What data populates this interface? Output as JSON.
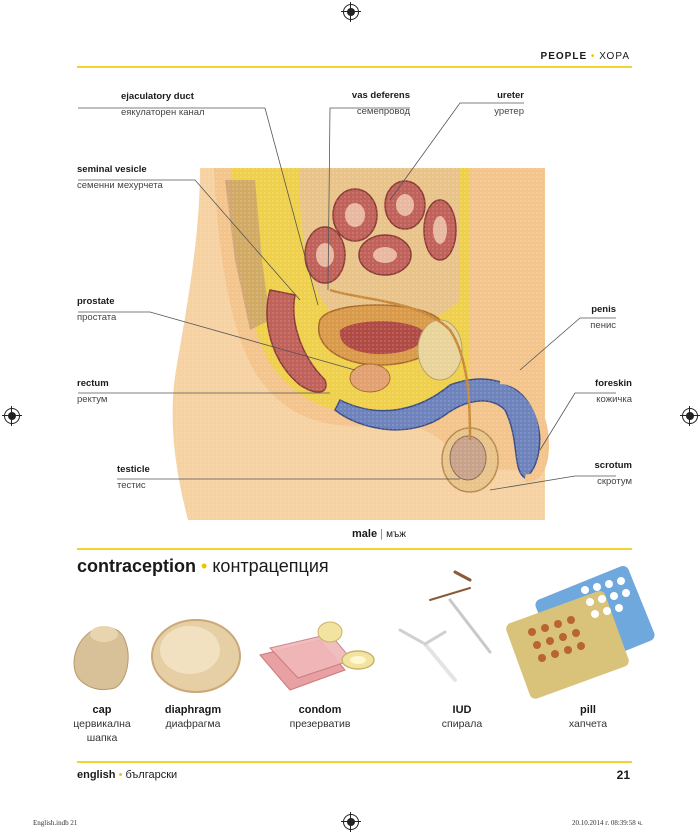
{
  "header": {
    "section_en": "PEOPLE",
    "sep": "•",
    "section_bg": "ХОРА"
  },
  "anatomy": {
    "labels": [
      {
        "id": "ejaculatory-duct",
        "en": "ejaculatory duct",
        "bg": "еякулаторен канал"
      },
      {
        "id": "vas-deferens",
        "en": "vas deferens",
        "bg": "семепровод"
      },
      {
        "id": "ureter",
        "en": "ureter",
        "bg": "уретер"
      },
      {
        "id": "seminal-vesicle",
        "en": "seminal vesicle",
        "bg": "семенни мехурчета"
      },
      {
        "id": "prostate",
        "en": "prostate",
        "bg": "простата"
      },
      {
        "id": "penis",
        "en": "penis",
        "bg": "пенис"
      },
      {
        "id": "rectum",
        "en": "rectum",
        "bg": "ректум"
      },
      {
        "id": "foreskin",
        "en": "foreskin",
        "bg": "кожичка"
      },
      {
        "id": "testicle",
        "en": "testicle",
        "bg": "тестис"
      },
      {
        "id": "scrotum",
        "en": "scrotum",
        "bg": "скротум"
      }
    ],
    "caption_en": "male",
    "caption_sep": "|",
    "caption_bg": "мъж"
  },
  "contraception": {
    "title_en": "contraception",
    "title_sep": "•",
    "title_bg": "контрацепция",
    "items": [
      {
        "en": "cap",
        "bg": "цервикална шапка"
      },
      {
        "en": "diaphragm",
        "bg": "диафрагма"
      },
      {
        "en": "condom",
        "bg": "презерватив"
      },
      {
        "en": "IUD",
        "bg": "спирала"
      },
      {
        "en": "pill",
        "bg": "хапчета"
      }
    ]
  },
  "footer": {
    "lang_en": "english",
    "sep": "•",
    "lang_bg": "български",
    "page": "21"
  },
  "slug": {
    "left": "English.indb  21",
    "right": "20.10.2014 г.   08:39:58 ч."
  },
  "colors": {
    "accent_yellow": "#f2d330",
    "skin": "#f6d2a3",
    "muscle": "#b8504a",
    "vein": "#5a6fae"
  }
}
